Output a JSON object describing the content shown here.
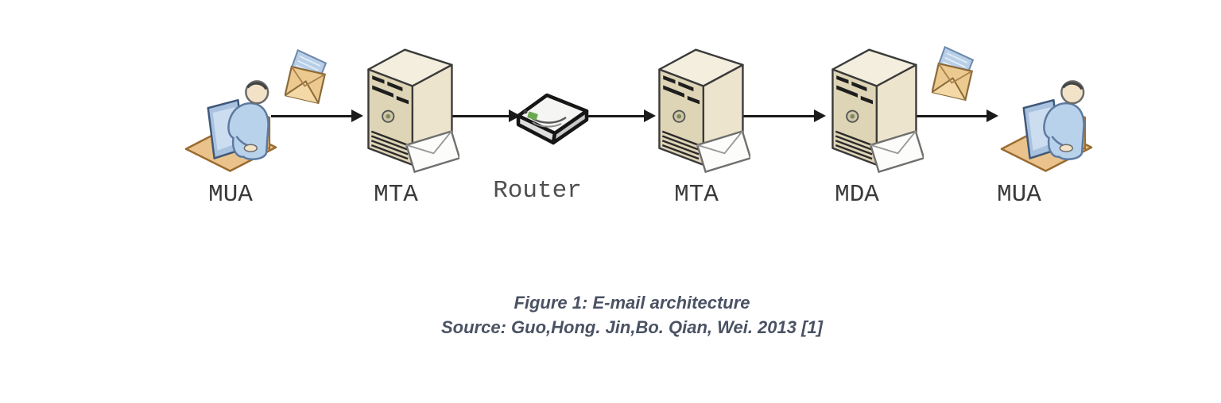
{
  "figure": {
    "nodes": [
      {
        "label": "MUA",
        "icon": "user-at-computer-icon"
      },
      {
        "label": "MTA",
        "icon": "server-tower-icon"
      },
      {
        "label": "Router",
        "icon": "router-icon"
      },
      {
        "label": "MTA",
        "icon": "server-tower-icon"
      },
      {
        "label": "MDA",
        "icon": "server-tower-icon"
      },
      {
        "label": "MUA",
        "icon": "user-at-computer-icon"
      }
    ],
    "envelopes": [
      "open-envelope-icon",
      "open-envelope-icon"
    ],
    "arrows": [
      "arrow-right",
      "arrow-right",
      "arrow-right",
      "arrow-right",
      "arrow-right"
    ],
    "caption": {
      "line1": "Figure 1: E-mail architecture",
      "line2": "Source: Guo,Hong. Jin,Bo. Qian, Wei. 2013 [1]"
    },
    "colors": {
      "background": "#ffffff",
      "caption_text": "#4a5263",
      "node_label_text": "#3a3a3a",
      "arrow": "#1a1a1a",
      "server_body": "#e7dfc6",
      "platform_tan": "#e9c38b",
      "person_blue": "#b9d2ec",
      "envelope_manila": "#ecc98f",
      "letter_blue": "#b8cfe8",
      "router_led_green": "#6aa84f"
    }
  }
}
